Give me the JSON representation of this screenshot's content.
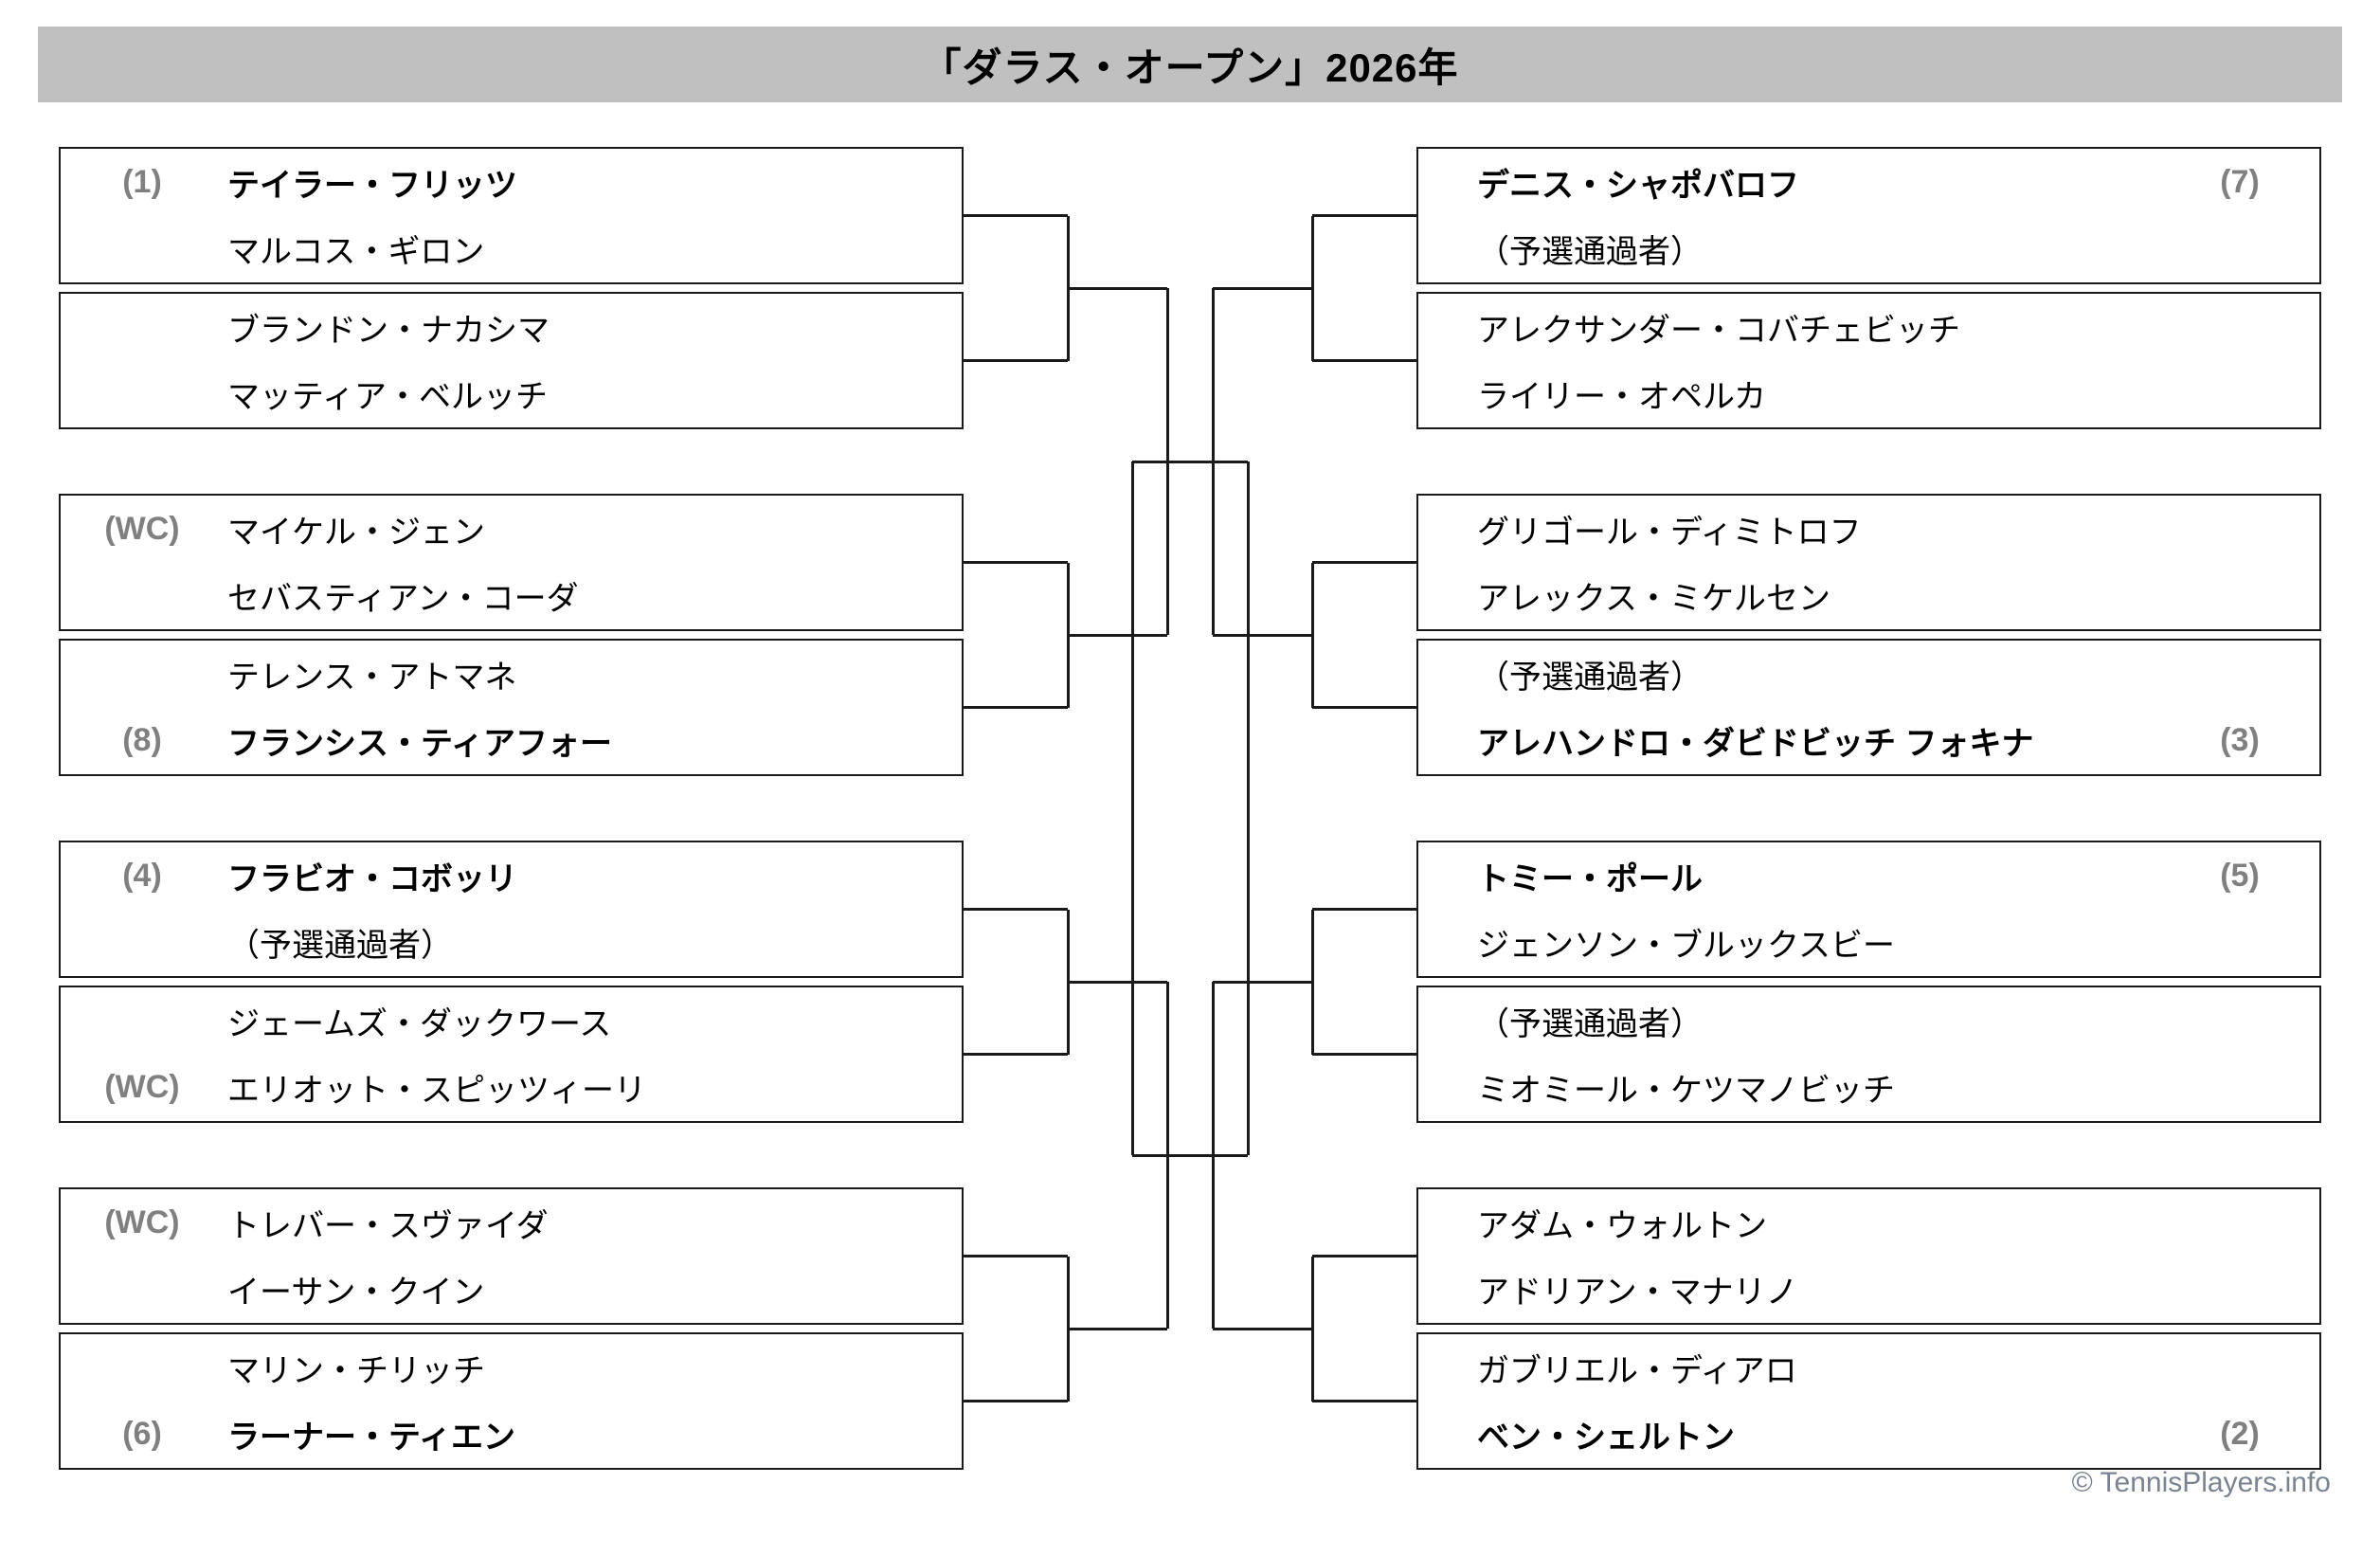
{
  "header": {
    "title": "「ダラス・オープン」2026年"
  },
  "footer": {
    "copyright": "© TennisPlayers.info"
  },
  "colors": {
    "title_bar_bg": "#c0c0c0",
    "seed_text": "#808080",
    "line": "#1a1a1a",
    "footer_text": "#7a8491"
  },
  "labels": {
    "qualifier": "（予選通過者）",
    "wildcard": "(WC)"
  },
  "bracket": {
    "left": [
      {
        "seed": "(1)",
        "name": "テイラー・フリッツ",
        "bold": true
      },
      {
        "seed": "",
        "name": "マルコス・ギロン",
        "bold": false
      },
      {
        "seed": "",
        "name": "ブランドン・ナカシマ",
        "bold": false
      },
      {
        "seed": "",
        "name": "マッティア・ベルッチ",
        "bold": false
      },
      {
        "seed": "(WC)",
        "name": "マイケル・ジェン",
        "bold": false
      },
      {
        "seed": "",
        "name": "セバスティアン・コーダ",
        "bold": false
      },
      {
        "seed": "",
        "name": "テレンス・アトマネ",
        "bold": false
      },
      {
        "seed": "(8)",
        "name": "フランシス・ティアフォー",
        "bold": true
      },
      {
        "seed": "(4)",
        "name": "フラビオ・コボッリ",
        "bold": true
      },
      {
        "seed": "",
        "name": "（予選通過者）",
        "bold": false
      },
      {
        "seed": "",
        "name": "ジェームズ・ダックワース",
        "bold": false
      },
      {
        "seed": "(WC)",
        "name": "エリオット・スピッツィーリ",
        "bold": false
      },
      {
        "seed": "(WC)",
        "name": "トレバー・スヴァイダ",
        "bold": false
      },
      {
        "seed": "",
        "name": "イーサン・クイン",
        "bold": false
      },
      {
        "seed": "",
        "name": "マリン・チリッチ",
        "bold": false
      },
      {
        "seed": "(6)",
        "name": "ラーナー・ティエン",
        "bold": true
      }
    ],
    "right": [
      {
        "seed": "(7)",
        "name": "デニス・シャポバロフ",
        "bold": true
      },
      {
        "seed": "",
        "name": "（予選通過者）",
        "bold": false
      },
      {
        "seed": "",
        "name": "アレクサンダー・コバチェビッチ",
        "bold": false
      },
      {
        "seed": "",
        "name": "ライリー・オペルカ",
        "bold": false
      },
      {
        "seed": "",
        "name": "グリゴール・ディミトロフ",
        "bold": false
      },
      {
        "seed": "",
        "name": "アレックス・ミケルセン",
        "bold": false
      },
      {
        "seed": "",
        "name": "（予選通過者）",
        "bold": false
      },
      {
        "seed": "(3)",
        "name": "アレハンドロ・ダビドビッチ フォキナ",
        "bold": true
      },
      {
        "seed": "(5)",
        "name": "トミー・ポール",
        "bold": true
      },
      {
        "seed": "",
        "name": "ジェンソン・ブルックスビー",
        "bold": false
      },
      {
        "seed": "",
        "name": "（予選通過者）",
        "bold": false
      },
      {
        "seed": "",
        "name": "ミオミール・ケツマノビッチ",
        "bold": false
      },
      {
        "seed": "",
        "name": "アダム・ウォルトン",
        "bold": false
      },
      {
        "seed": "",
        "name": "アドリアン・マナリノ",
        "bold": false
      },
      {
        "seed": "",
        "name": "ガブリエル・ディアロ",
        "bold": false
      },
      {
        "seed": "(2)",
        "name": "ベン・シェルトン",
        "bold": true
      }
    ]
  }
}
